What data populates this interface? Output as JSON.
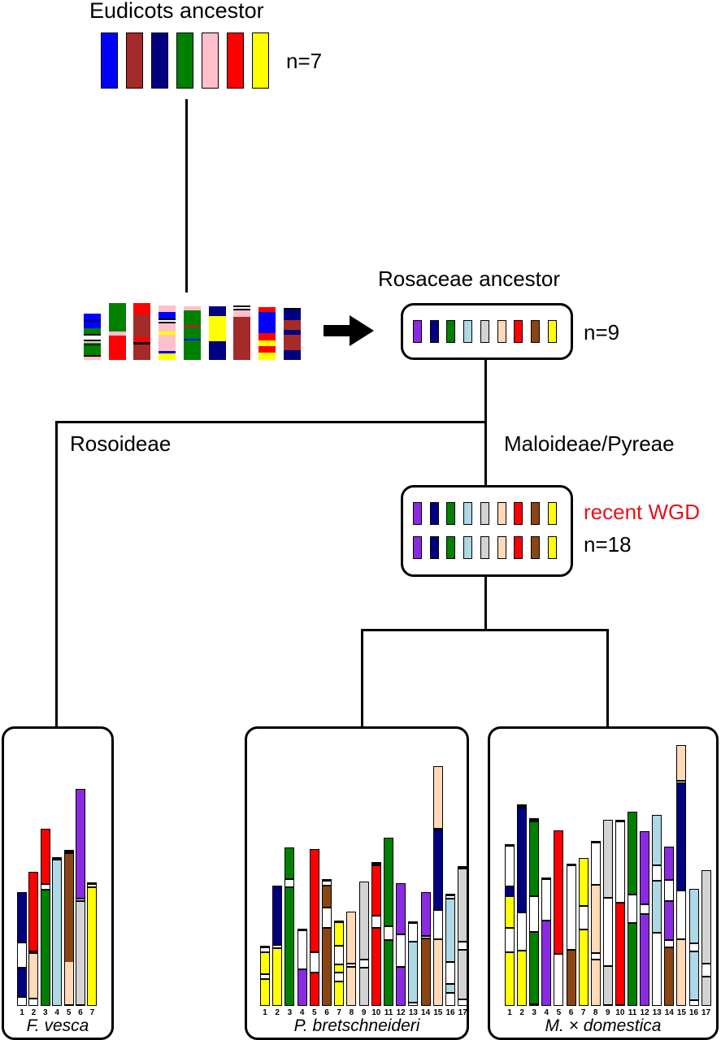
{
  "colors": {
    "blue": "#0000ff",
    "brown_red": "#a52a2a",
    "navy": "#000080",
    "green": "#008000",
    "pink": "#ffc0cb",
    "red": "#ff0000",
    "yellow": "#ffff00",
    "purple": "#8a2be2",
    "lightblue": "#add8e6",
    "gray": "#d3d3d3",
    "peach": "#ffdab9",
    "brown": "#8b4513",
    "white": "#ffffff"
  },
  "eudicots": {
    "title": "Eudicots ancestor",
    "count_label": "n=7",
    "chromosomes": [
      "blue",
      "brown_red",
      "navy",
      "green",
      "pink",
      "red",
      "yellow"
    ]
  },
  "intermediate": {
    "chromosomes": [
      [
        [
          "blue",
          8
        ],
        [
          "navy",
          2
        ],
        [
          "blue",
          8
        ],
        [
          "green",
          7
        ],
        [
          "white",
          9
        ],
        [
          "pink",
          2
        ],
        [
          "green",
          2
        ],
        [
          "white",
          1
        ],
        [
          "green",
          12
        ],
        [
          "white",
          2
        ],
        [
          "pink",
          4
        ]
      ],
      [
        [
          "green",
          35
        ],
        [
          "pink",
          5
        ],
        [
          "red",
          30
        ]
      ],
      [
        [
          "red",
          14
        ],
        [
          "brown_red",
          28
        ],
        [
          "red",
          6
        ],
        [
          "white",
          3
        ],
        [
          "brown_red",
          19
        ]
      ],
      [
        [
          "pink",
          8
        ],
        [
          "blue",
          8
        ],
        [
          "white",
          6
        ],
        [
          "pink",
          10
        ],
        [
          "yellow",
          4
        ],
        [
          "pink",
          20
        ],
        [
          "blue",
          3
        ],
        [
          "yellow",
          8
        ]
      ],
      [
        [
          "pink",
          5
        ],
        [
          "green",
          18
        ],
        [
          "brown_red",
          3
        ],
        [
          "green",
          14
        ],
        [
          "blue",
          2
        ],
        [
          "green",
          24
        ]
      ],
      [
        [
          "navy",
          12
        ],
        [
          "yellow",
          31
        ],
        [
          "navy",
          23
        ]
      ],
      [
        [
          "white",
          6
        ],
        [
          "pink",
          8
        ],
        [
          "brown_red",
          53
        ]
      ],
      [
        [
          "red",
          6
        ],
        [
          "blue",
          26
        ],
        [
          "red",
          9
        ],
        [
          "yellow",
          7
        ],
        [
          "red",
          8
        ],
        [
          "yellow",
          9
        ]
      ],
      [
        [
          "white",
          2
        ],
        [
          "navy",
          13
        ],
        [
          "brown_red",
          12
        ],
        [
          "navy",
          6
        ],
        [
          "brown_red",
          19
        ],
        [
          "navy",
          12
        ]
      ]
    ]
  },
  "rosaceae": {
    "title": "Rosaceae ancestor",
    "count_label": "n=9",
    "chromosomes": [
      "purple",
      "navy",
      "green",
      "lightblue",
      "gray",
      "peach",
      "red",
      "brown",
      "yellow"
    ]
  },
  "clades": {
    "left": "Rosoideae",
    "right": "Maloideae/Pyreae"
  },
  "wgd": {
    "event_label": "recent WGD",
    "count_label": "n=18",
    "event_color": "#ff0000",
    "rows": [
      [
        "purple",
        "navy",
        "green",
        "lightblue",
        "gray",
        "peach",
        "red",
        "brown",
        "yellow"
      ],
      [
        "purple",
        "navy",
        "green",
        "lightblue",
        "gray",
        "peach",
        "red",
        "brown",
        "yellow"
      ]
    ]
  },
  "species": [
    {
      "name": "F. vesca",
      "chromosomes": [
        {
          "num": "1",
          "segs": [
            [
              "navy",
              60
            ],
            [
              "white",
              33
            ],
            [
              "navy",
              34
            ],
            [
              "white",
              13
            ]
          ]
        },
        {
          "num": "2",
          "segs": [
            [
              "red",
              96
            ],
            [
              "white",
              4
            ],
            [
              "peach",
              54
            ],
            [
              "white",
              11
            ]
          ]
        },
        {
          "num": "3",
          "segs": [
            [
              "red",
              66
            ],
            [
              "white",
              9
            ],
            [
              "green",
              143
            ]
          ]
        },
        {
          "num": "4",
          "segs": [
            [
              "white",
              3
            ],
            [
              "lightblue",
              180
            ]
          ]
        },
        {
          "num": "5",
          "segs": [
            [
              "white",
              4
            ],
            [
              "brown",
              133
            ],
            [
              "peach",
              52
            ],
            [
              "white",
              3
            ]
          ]
        },
        {
          "num": "6",
          "segs": [
            [
              "purple",
              133
            ],
            [
              "white",
              5
            ],
            [
              "gray",
              126
            ],
            [
              "white",
              3
            ]
          ]
        },
        {
          "num": "7",
          "segs": [
            [
              "white",
              6
            ],
            [
              "yellow",
              146
            ]
          ]
        }
      ]
    },
    {
      "name": "P. bretschneideri",
      "chromosomes": [
        {
          "num": "1",
          "segs": [
            [
              "white",
              8
            ],
            [
              "yellow",
              25
            ],
            [
              "white",
              8
            ],
            [
              "yellow",
              33
            ]
          ]
        },
        {
          "num": "2",
          "segs": [
            [
              "navy",
              71
            ],
            [
              "white",
              6
            ],
            [
              "yellow",
              71
            ]
          ]
        },
        {
          "num": "3",
          "segs": [
            [
              "green",
              37
            ],
            [
              "white",
              12
            ],
            [
              "green",
              146
            ]
          ]
        },
        {
          "num": "4",
          "segs": [
            [
              "white",
              50
            ],
            [
              "purple",
              45
            ]
          ]
        },
        {
          "num": "5",
          "segs": [
            [
              "red",
              125
            ],
            [
              "white",
              27
            ],
            [
              "red",
              41
            ]
          ]
        },
        {
          "num": "6",
          "segs": [
            [
              "white",
              8
            ],
            [
              "brown",
              25
            ],
            [
              "white",
              27
            ],
            [
              "brown",
              96
            ]
          ]
        },
        {
          "num": "7",
          "segs": [
            [
              "white",
              2
            ],
            [
              "yellow",
              27
            ],
            [
              "white",
              25
            ],
            [
              "yellow",
              8
            ],
            [
              "white",
              13
            ],
            [
              "yellow",
              30
            ]
          ]
        },
        {
          "num": "8",
          "segs": [
            [
              "peach",
              62
            ],
            [
              "white",
              6
            ],
            [
              "peach",
              48
            ]
          ]
        },
        {
          "num": "9",
          "segs": [
            [
              "gray",
              94
            ],
            [
              "white",
              12
            ],
            [
              "gray",
              47
            ]
          ]
        },
        {
          "num": "10",
          "segs": [
            [
              "white",
              4
            ],
            [
              "red",
              60
            ],
            [
              "white",
              17
            ],
            [
              "red",
              96
            ]
          ]
        },
        {
          "num": "11",
          "segs": [
            [
              "green",
              107
            ],
            [
              "white",
              19
            ],
            [
              "green",
              81
            ]
          ]
        },
        {
          "num": "12",
          "segs": [
            [
              "purple",
              61
            ],
            [
              "white",
              42
            ],
            [
              "purple",
              48
            ]
          ]
        },
        {
          "num": "13",
          "segs": [
            [
              "white",
              25
            ],
            [
              "lightblue",
              73
            ],
            [
              "white",
              6
            ]
          ]
        },
        {
          "num": "14",
          "segs": [
            [
              "purple",
              52
            ],
            [
              "white",
              5
            ],
            [
              "brown",
              83
            ]
          ]
        },
        {
          "num": "15",
          "segs": [
            [
              "peach",
              75
            ],
            [
              "white",
              3
            ],
            [
              "navy",
              97
            ],
            [
              "white",
              38
            ],
            [
              "peach",
              82
            ]
          ]
        },
        {
          "num": "16",
          "segs": [
            [
              "white",
              6
            ],
            [
              "lightblue",
              76
            ],
            [
              "white",
              29
            ],
            [
              "lightblue",
              9
            ],
            [
              "white",
              18
            ]
          ]
        },
        {
          "num": "17",
          "segs": [
            [
              "white",
              3
            ],
            [
              "gray",
              88
            ],
            [
              "white",
              12
            ],
            [
              "gray",
              59
            ],
            [
              "white",
              10
            ]
          ]
        }
      ]
    },
    {
      "name": "M. × domestica",
      "chromosomes": [
        {
          "num": "1",
          "segs": [
            [
              "white",
              52
            ],
            [
              "navy",
              12
            ],
            [
              "yellow",
              37
            ],
            [
              "white",
              32
            ],
            [
              "yellow",
              66
            ]
          ]
        },
        {
          "num": "2",
          "segs": [
            [
              "white",
              4
            ],
            [
              "navy",
              127
            ],
            [
              "white",
              49
            ],
            [
              "yellow",
              68
            ]
          ]
        },
        {
          "num": "3",
          "segs": [
            [
              "white",
              4
            ],
            [
              "green",
              90
            ],
            [
              "white",
              46
            ],
            [
              "green",
              87
            ],
            [
              "white",
              4
            ]
          ]
        },
        {
          "num": "4",
          "segs": [
            [
              "white",
              53
            ],
            [
              "purple",
              105
            ]
          ]
        },
        {
          "num": "5",
          "segs": [
            [
              "red",
              150
            ],
            [
              "white",
              66
            ]
          ]
        },
        {
          "num": "6",
          "segs": [
            [
              "white",
              106
            ],
            [
              "brown",
              69
            ]
          ]
        },
        {
          "num": "7",
          "segs": [
            [
              "yellow",
              57
            ],
            [
              "white",
              31
            ],
            [
              "yellow",
              94
            ]
          ]
        },
        {
          "num": "8",
          "segs": [
            [
              "white",
              54
            ],
            [
              "peach",
              82
            ],
            [
              "white",
              10
            ],
            [
              "peach",
              57
            ]
          ]
        },
        {
          "num": "9",
          "segs": [
            [
              "gray",
              94
            ],
            [
              "white",
              86
            ],
            [
              "gray",
              46
            ],
            [
              "white",
              3
            ]
          ]
        },
        {
          "num": "10",
          "segs": [
            [
              "white",
              102
            ],
            [
              "red",
              124
            ],
            [
              "white",
              3
            ]
          ]
        },
        {
          "num": "11",
          "segs": [
            [
              "green",
              100
            ],
            [
              "white",
              37
            ],
            [
              "green",
              102
            ]
          ]
        },
        {
          "num": "12",
          "segs": [
            [
              "purple",
              88
            ],
            [
              "white",
              14
            ],
            [
              "purple",
              113
            ]
          ]
        },
        {
          "num": "13",
          "segs": [
            [
              "lightblue",
              60
            ],
            [
              "white",
              21
            ],
            [
              "lightblue",
              62
            ],
            [
              "white",
              92
            ]
          ]
        },
        {
          "num": "14",
          "segs": [
            [
              "purple",
              39
            ],
            [
              "white",
              28
            ],
            [
              "purple",
              46
            ],
            [
              "white",
              11
            ],
            [
              "brown",
              72
            ]
          ]
        },
        {
          "num": "15",
          "segs": [
            [
              "peach",
              42
            ],
            [
              "white",
              5
            ],
            [
              "navy",
              130
            ],
            [
              "white",
              62
            ],
            [
              "peach",
              82
            ]
          ]
        },
        {
          "num": "16",
          "segs": [
            [
              "lightblue",
              65
            ],
            [
              "white",
              12
            ],
            [
              "lightblue",
              58
            ],
            [
              "white",
              9
            ]
          ]
        },
        {
          "num": "17",
          "segs": [
            [
              "gray",
              113
            ],
            [
              "white",
              18
            ],
            [
              "gray",
              36
            ]
          ]
        }
      ]
    }
  ]
}
